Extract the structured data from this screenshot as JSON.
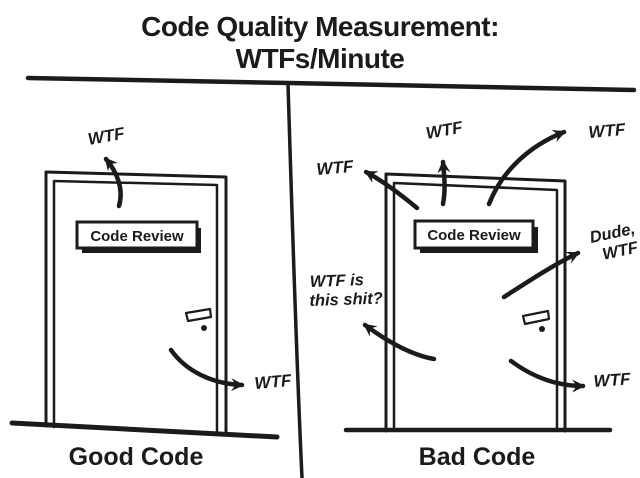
{
  "title": {
    "line1": "Code Quality Measurement:",
    "line2": "WTFs/Minute"
  },
  "good_panel": {
    "caption": "Good Code",
    "door_sign": "Code Review",
    "wtf_top": "WTF",
    "wtf_door": "WTF"
  },
  "bad_panel": {
    "caption": "Bad Code",
    "door_sign": "Code Review",
    "wtf_top_left": "WTF",
    "wtf_top_center": "WTF",
    "wtf_top_right": "WTF",
    "dude_line1": "Dude,",
    "dude_line2": "WTF",
    "question_line1": "WTF is",
    "question_line2": "this shit?",
    "wtf_door": "WTF"
  },
  "colors": {
    "ink": "#1b1b1b",
    "paper": "#ffffff"
  }
}
